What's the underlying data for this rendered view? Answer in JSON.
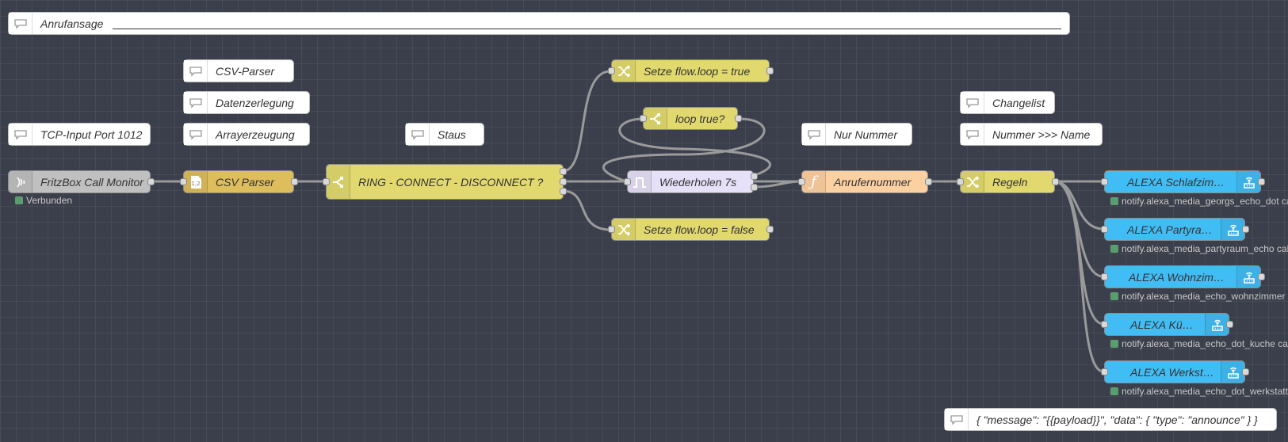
{
  "header": {
    "comment": "Anrufansage"
  },
  "comments": {
    "csv_parser": "CSV-Parser",
    "datenzerlegung": "Datenzerlegung",
    "tcp_input": "TCP-Input Port 1012",
    "arrayerzeugung": "Arrayerzeugung",
    "staus": "Staus",
    "nur_nummer": "Nur Nummer",
    "changelist": "Changelist",
    "nummer_name": "Nummer >>> Name",
    "payload_template": "{ \"message\": \"{{payload}}\", \"data\": { \"type\": \"announce\" } }"
  },
  "nodes": {
    "fritzbox": {
      "label": "FritzBox Call Monitor",
      "status": "Verbunden"
    },
    "csv": {
      "label": "CSV Parser"
    },
    "switch_ring": {
      "label": "RING - CONNECT - DISCONNECT ?"
    },
    "change_true": {
      "label": "Setze flow.loop = true"
    },
    "loop_true": {
      "label": "loop true?"
    },
    "wiederholen": {
      "label": "Wiederholen 7s"
    },
    "change_false": {
      "label": "Setze flow.loop = false"
    },
    "anrufernummer": {
      "label": "Anrufernummer"
    },
    "regeln": {
      "label": "Regeln"
    },
    "alexa_schlafzimmer": {
      "label": "ALEXA Schlafzimmer",
      "status": "notify.alexa_media_georgs_echo_dot ca"
    },
    "alexa_partyraum": {
      "label": "ALEXA Partyraum",
      "status": "notify.alexa_media_partyraum_echo cal"
    },
    "alexa_wohnzimmer": {
      "label": "ALEXA Wohnzimmer",
      "status": "notify.alexa_media_echo_wohnzimmer"
    },
    "alexa_kueche": {
      "label": "ALEXA Küche",
      "status": "notify.alexa_media_echo_dot_kuche ca"
    },
    "alexa_werkstatt": {
      "label": "ALEXA Werkstatt",
      "status": "notify.alexa_media_echo_dot_werkstatt"
    }
  },
  "colors": {
    "canvas": "#3b3f4b",
    "function_yellow": "#e2d96e",
    "csv_gold": "#debd5c",
    "delay_lavender": "#e6e0f8",
    "function_orange": "#fdd0a2",
    "alexa_blue": "#41bdf5",
    "tcp_grey": "#c0c0c0",
    "status_green": "#5a9e6f"
  }
}
